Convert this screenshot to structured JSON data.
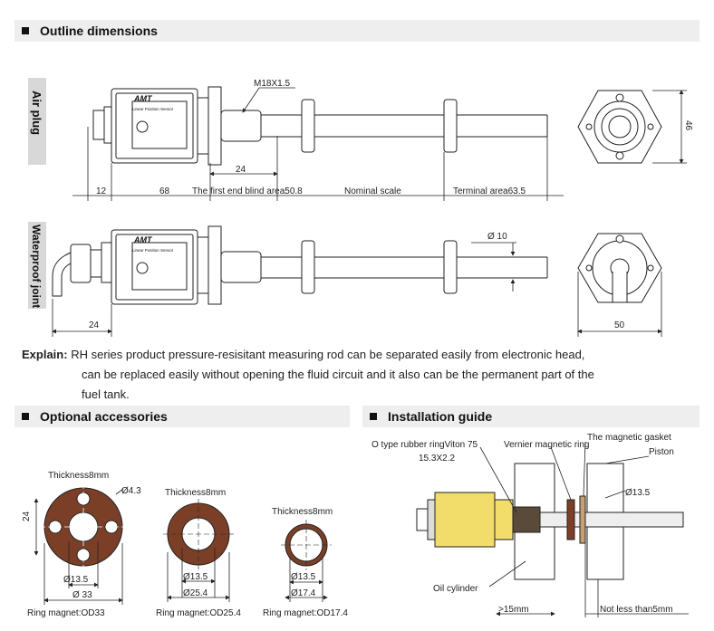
{
  "sections": {
    "outline": "Outline dimensions",
    "accessories": "Optional accessories",
    "installation": "Installation guide"
  },
  "views": {
    "air_plug": "Air plug",
    "waterproof": "Waterproof joint"
  },
  "brand": "AMT",
  "head_label": "Linear Position Sensor",
  "dims_top": {
    "thread": "M18X1.5",
    "d24": "24",
    "d12": "12",
    "d68": "68",
    "blind": "The first end blind area50.8",
    "nominal": "Nominal scale",
    "terminal": "Terminal area63.5",
    "d46": "46"
  },
  "dims_bottom": {
    "phi10": "Ø 10",
    "d24": "24",
    "d50": "50"
  },
  "explain": {
    "label": "Explain:",
    "line1": "RH series product pressure-resisitant measuring rod can be separated easily from electronic head,",
    "line2": "can be replaced easily without opening the fluid circuit and it also can be the permanent part of the",
    "line3": "fuel tank."
  },
  "magnets": [
    {
      "thickness": "Thickness8mm",
      "id": "Ø13.5",
      "od": "Ø 33",
      "caption": "Ring magnet:OD33",
      "hole": "Ø4.3",
      "side": "24"
    },
    {
      "thickness": "Thickness8mm",
      "id": "Ø13.5",
      "od": "Ø25.4",
      "caption": "Ring magnet:OD25.4"
    },
    {
      "thickness": "Thickness8mm",
      "id": "Ø13.5",
      "od": "Ø17.4",
      "caption": "Ring magnet:OD17.4"
    }
  ],
  "install": {
    "oring": "O type rubber ringViton 75",
    "oring_size": "15.3X2.2",
    "vernier": "Vernier magnetic ring",
    "gasket": "The magnetic gasket",
    "piston": "Piston",
    "phi": "Ø13.5",
    "oil": "Oil cylinder",
    "gt15": ">15mm",
    "notless": "Not less than5mm"
  },
  "colors": {
    "magnet": "#7b3f28",
    "housing_yellow": "#f2dc6a",
    "header_bg": "#eeeeee"
  }
}
